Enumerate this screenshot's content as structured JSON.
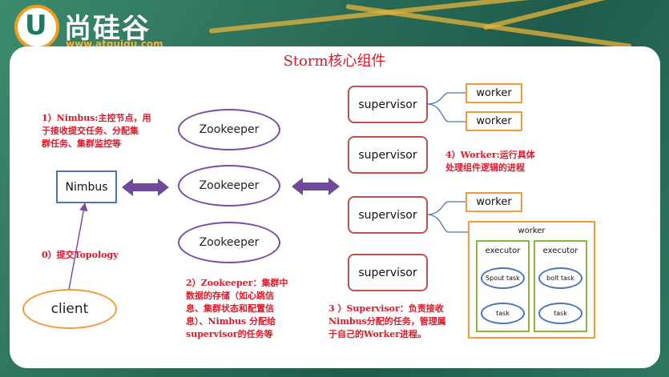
{
  "logo": {
    "mark": "U",
    "name": "尚硅谷",
    "url": "www.atguigu.com"
  },
  "title": "Storm核心组件",
  "nodes": {
    "nimbus": "Nimbus",
    "client": "client",
    "zookeepers": [
      "Zookeeper",
      "Zookeeper",
      "Zookeeper"
    ],
    "supervisors": [
      "supervisor",
      "supervisor",
      "supervisor",
      "supervisor"
    ],
    "workers": [
      "worker",
      "worker",
      "worker"
    ],
    "worker_group": {
      "label": "worker",
      "executors": [
        {
          "label": "executor",
          "tasks": [
            "Spout task",
            "task"
          ]
        },
        {
          "label": "executor",
          "tasks": [
            "bolt task",
            "task"
          ]
        }
      ]
    }
  },
  "notes": {
    "nimbus": [
      "1）Nimbus:主控节点，用",
      "于接收提交任务、分配集",
      "群任务、集群监控等"
    ],
    "topology": [
      "0）提交Topology"
    ],
    "zookeeper": [
      "2）Zookeeper：集群中",
      "数据的存储（如心跳信",
      "息、集群状态和配置信",
      "息）、Nimbus 分配给",
      "supervisor的任务等"
    ],
    "supervisor": [
      "3 ）Supervisor：负责接收",
      "Nimbus分配的任务，管理属",
      "于自己的Worker进程。"
    ],
    "worker": [
      "4）Worker:运行具体",
      "处理组件逻辑的进程"
    ]
  },
  "colors": {
    "note_red": "#e0192a",
    "arrow_purple": "#7b4fa0",
    "worker_orange": "#f39a3c",
    "executor_green": "#8bb53e",
    "task_blue": "#4a76b8",
    "supervisor_red": "#c0504d"
  }
}
